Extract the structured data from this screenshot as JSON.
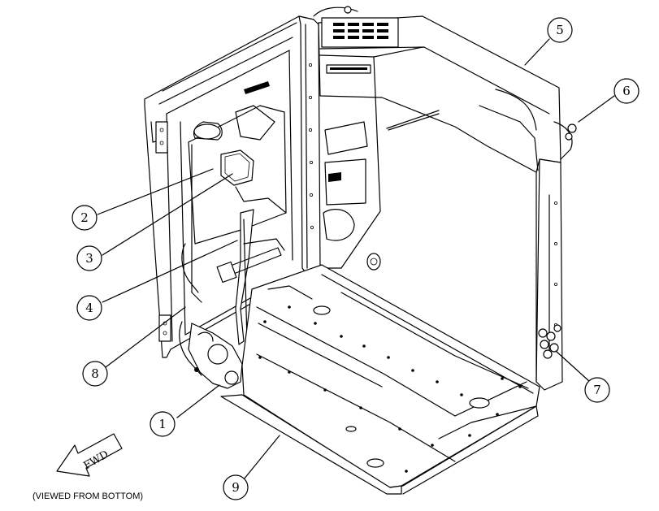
{
  "figure": {
    "orientation_label": "FWD",
    "view_caption": "(VIEWED FROM BOTTOM)"
  },
  "callouts": [
    {
      "number": "1"
    },
    {
      "number": "2"
    },
    {
      "number": "3"
    },
    {
      "number": "4"
    },
    {
      "number": "5"
    },
    {
      "number": "6"
    },
    {
      "number": "7"
    },
    {
      "number": "8"
    },
    {
      "number": "9"
    }
  ]
}
